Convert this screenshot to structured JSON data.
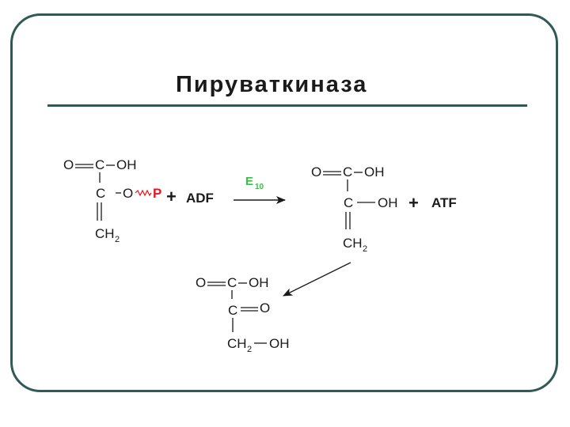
{
  "title": "Пируваткиназа",
  "colors": {
    "frame": "#2f5a55",
    "text": "#1a1a1a",
    "phosphate": "#e8141e",
    "enzyme": "#2ec83a"
  },
  "reaction": {
    "substrate": {
      "O": "O",
      "C": "C",
      "OH": "OH",
      "O_ester": "O",
      "P": "P",
      "CH": "CH",
      "sub2": "2"
    },
    "plus1": "+",
    "cofactor_in": "ADF",
    "enzyme": {
      "label": "E",
      "sub": "10"
    },
    "intermediate": {
      "O": "O",
      "C": "C",
      "OH": "OH",
      "CH": "CH",
      "sub2": "2"
    },
    "plus2": "+",
    "cofactor_out": "ATF",
    "product": {
      "O": "O",
      "C": "C",
      "OH": "OH",
      "CH": "CH",
      "sub2": "2"
    }
  }
}
